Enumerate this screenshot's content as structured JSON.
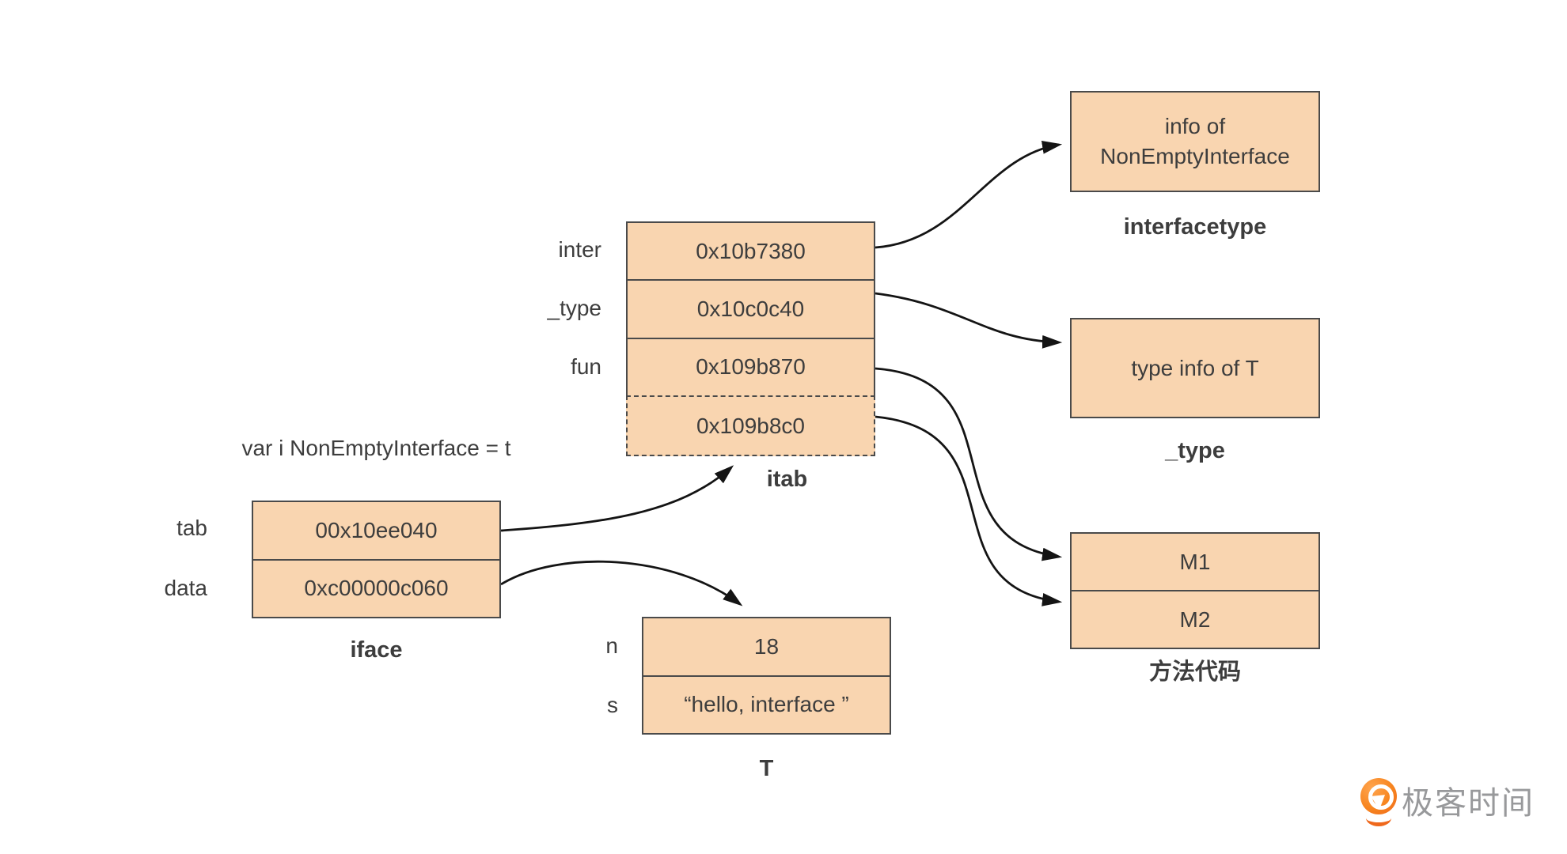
{
  "colors": {
    "box_fill": "#f9d5b0",
    "box_border": "#4a4a4a",
    "arrow": "#141414",
    "text": "#3d3d3d",
    "logo_orange": "#ef681c",
    "logo_text_gray": "#98999b"
  },
  "annotation": {
    "var_declaration": "var i NonEmptyInterface = t"
  },
  "iface": {
    "caption": "iface",
    "rows": [
      {
        "label": "tab",
        "value": "00x10ee040"
      },
      {
        "label": "data",
        "value": "0xc00000c060"
      }
    ]
  },
  "itab": {
    "caption": "itab",
    "rows": [
      {
        "label": "inter",
        "value": "0x10b7380"
      },
      {
        "label": "_type",
        "value": "0x10c0c40"
      },
      {
        "label": "fun",
        "value": "0x109b870"
      }
    ],
    "dashed_row": {
      "value": "0x109b8c0"
    }
  },
  "t_struct": {
    "caption": "T",
    "rows": [
      {
        "label": "n",
        "value": "18"
      },
      {
        "label": "s",
        "value": "“hello, interface ”"
      }
    ]
  },
  "interfacetype_box": {
    "caption": "interfacetype",
    "line1": "info of",
    "line2": "NonEmptyInterface"
  },
  "type_box": {
    "caption": "_type",
    "text": "type info of T"
  },
  "methods_box": {
    "caption": "方法代码",
    "rows": [
      {
        "value": "M1"
      },
      {
        "value": "M2"
      }
    ]
  },
  "logo": {
    "text": "极客时间"
  }
}
